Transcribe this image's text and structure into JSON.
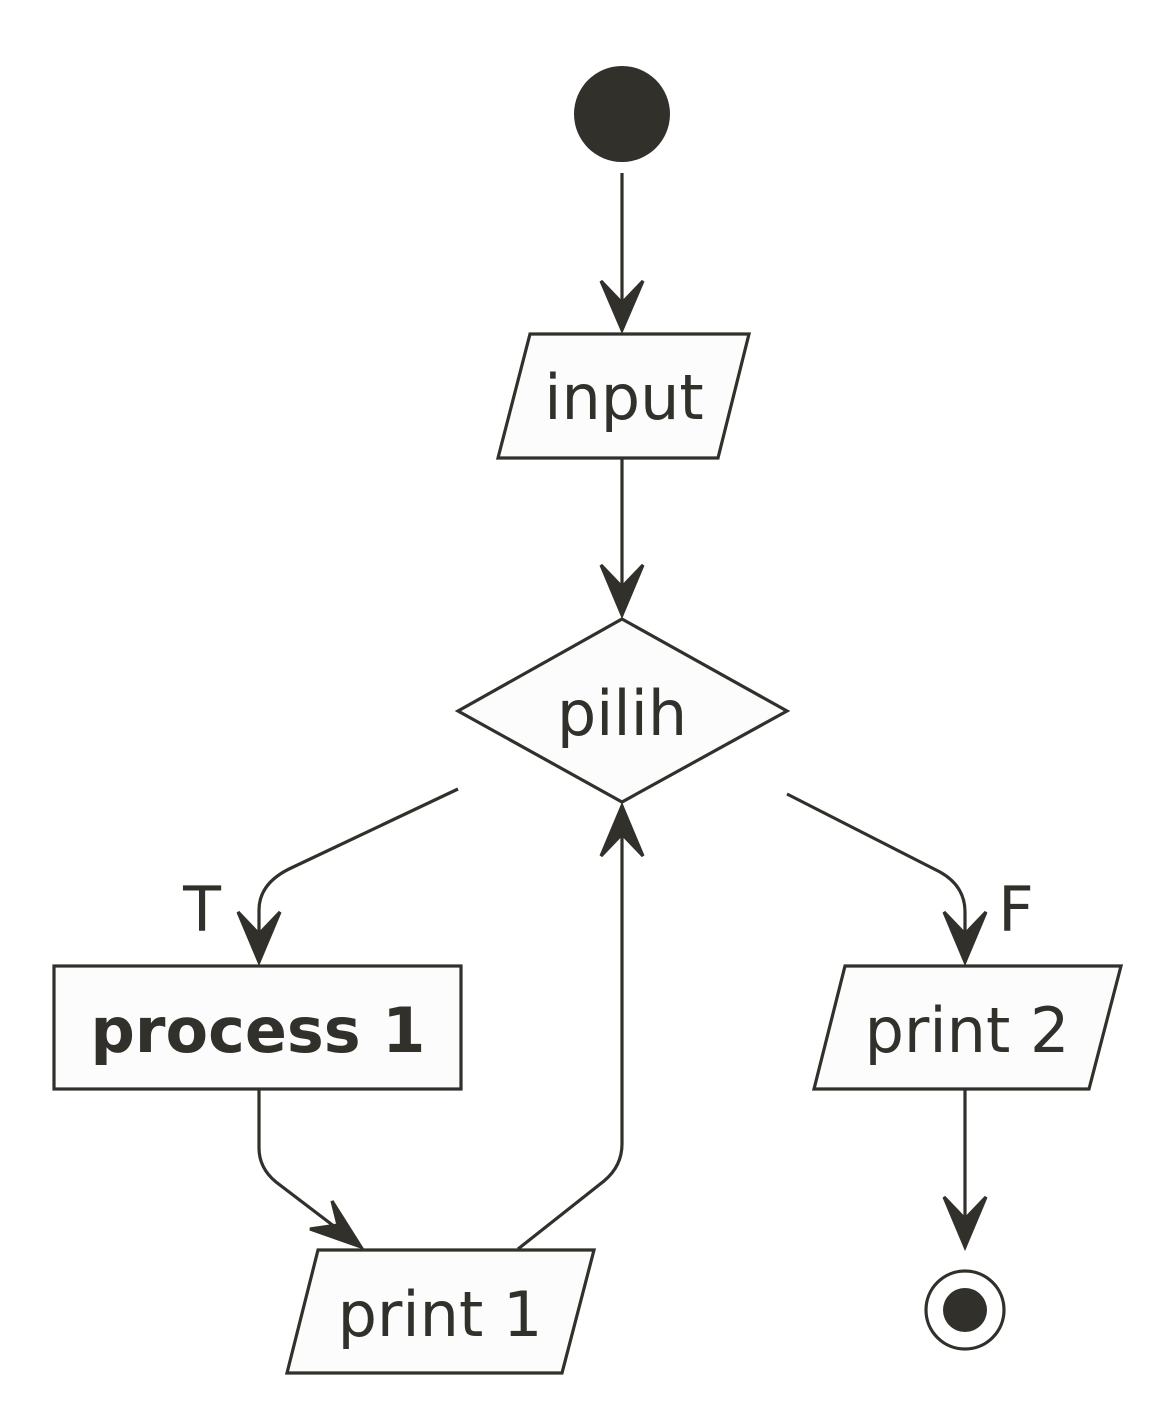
{
  "diagram": {
    "nodes": {
      "input": "input",
      "decision": "pilih",
      "process": "process 1",
      "print1": "print 1",
      "print2": "print 2"
    },
    "edges": {
      "true_label": "T",
      "false_label": "F"
    }
  },
  "colors": {
    "ink": "#31302b",
    "node_fill": "#fcfcfc",
    "background": "#ffffff"
  }
}
